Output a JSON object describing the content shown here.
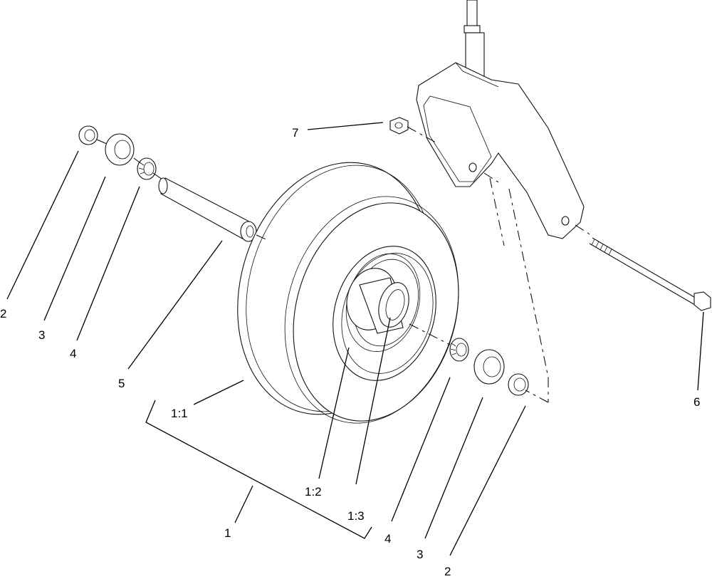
{
  "callouts": {
    "c_2_left": "2",
    "c_3_left": "3",
    "c_4_left": "4",
    "c_5": "5",
    "c_7": "7",
    "c_6": "6",
    "c_1_1": "1:1",
    "c_1_2": "1:2",
    "c_1_3": "1:3",
    "c_1": "1",
    "c_4_right": "4",
    "c_3_right": "3",
    "c_2_right": "2"
  }
}
